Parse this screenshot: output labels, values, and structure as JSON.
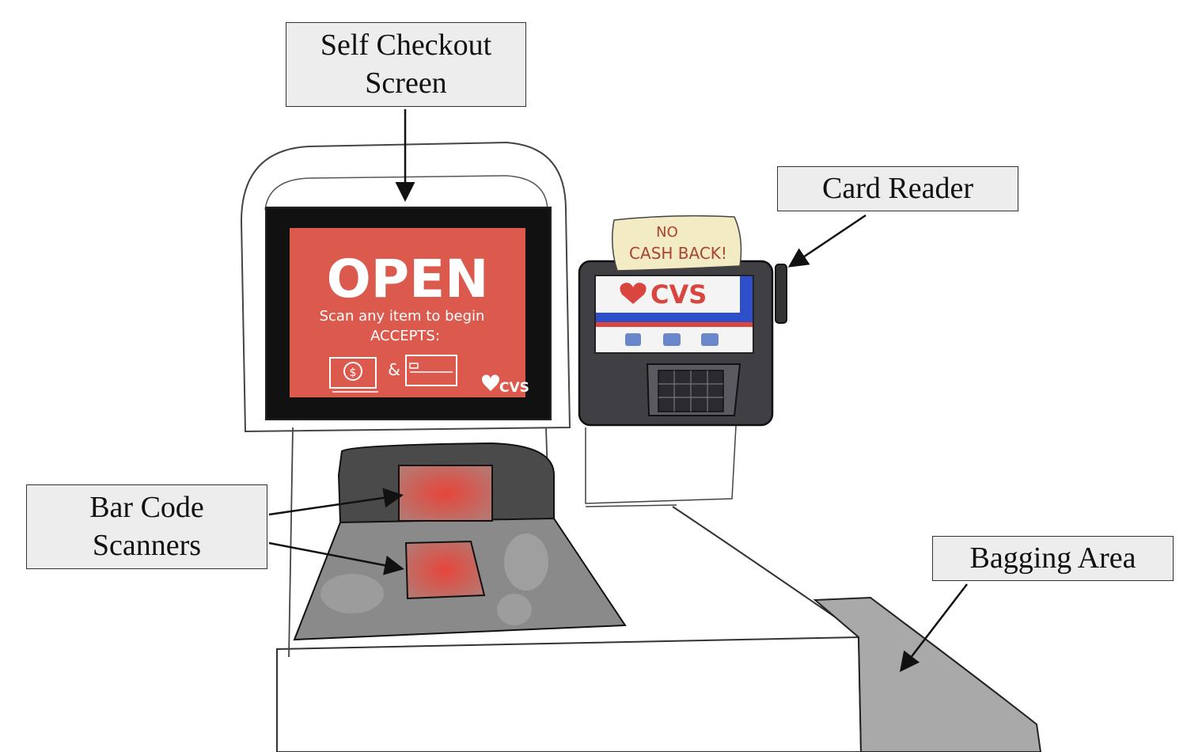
{
  "labels": {
    "screen": [
      "Self Checkout",
      "Screen"
    ],
    "card_reader": "Card Reader",
    "scanners": [
      "Bar Code",
      "Scanners"
    ],
    "bagging": "Bagging Area"
  },
  "screen_display": {
    "headline": "OPEN",
    "instruction": "Scan any item to begin",
    "accepts": "ACCEPTS:",
    "amp": "&",
    "currency_symbol": "$",
    "brand": "CVS",
    "background_color": "#db5a4d"
  },
  "card_reader_display": {
    "sign_line1": "NO",
    "sign_line2": "CASH BACK!",
    "brand": "CVS",
    "brand_color": "#d9463f",
    "stripe_blue": "#2e4fc9"
  }
}
